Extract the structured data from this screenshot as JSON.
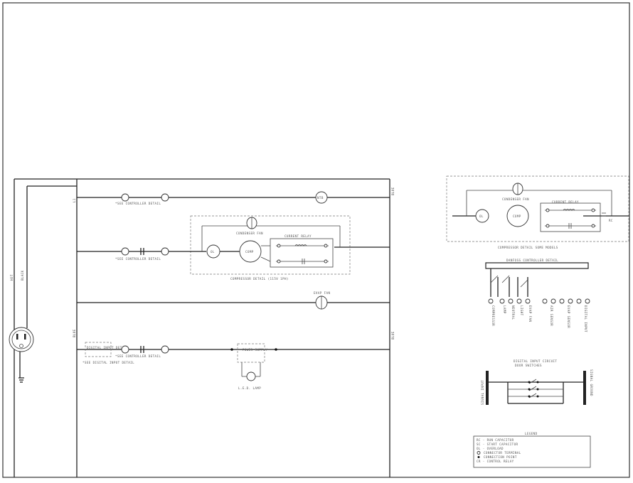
{
  "labels": {
    "l1": "L1",
    "hot": "HOT",
    "neutral_wire": "BLACK",
    "l1_top": "L1",
    "l2_top": "BLUE",
    "l2_mid": "BLUE",
    "l1_mid": "BLUE",
    "l1_right_mid": "BLUE",
    "controller_detail_1": "*SEE CONTROLLER DETAIL",
    "controller_detail_2": "*SEE CONTROLLER DETAIL",
    "controller_detail_3": "*SEE CONTROLLER DETAIL",
    "ntb": "NTB",
    "condenser_fan": "CONDENSER FAN",
    "current_relay": "CURRENT RELAY",
    "ol": "OL",
    "comp": "COMP",
    "compressor_detail_115": "COMPRESSOR DETAIL (115V 1PH)",
    "evap_fan": "EVAP FAN",
    "digital_input": "DIGITAL INPUT DETAIL",
    "digital_input_note": "*SEE DIGITAL INPUT DETAIL",
    "power_supply": "POWER SUPPLY",
    "led_lamp": "L.E.D. LAMP",
    "condenser_fan_r": "CONDENSER FAN",
    "current_relay_r": "CURRENT RELAY",
    "ol_r": "OL",
    "comp_r": "COMP",
    "rc": "RC",
    "compressor_detail_some": "COMPRESSOR DETAIL SOME MODELS",
    "controller_detail_title": "DANFOSS CONTROLLER DETAIL",
    "ctrl_compressor": "COMPRESSOR",
    "ctrl_lamp": "LAMP",
    "ctrl_neutral": "NEUTRAL",
    "ctrl_light": "LIGHT",
    "ctrl_evap_fan": "EVAP FAN",
    "ctrl_air_sensor": "AIR SENSOR",
    "ctrl_evap_sensor": "EVAP SENSOR",
    "ctrl_digital_input": "DIGITAL INPUT",
    "dic_title": "DIGITAL INPUT CIRCUIT",
    "dic_subtitle": "DOOR SWITCHES",
    "dic_left": "SIGNAL INPUT",
    "dic_right": "SIGNAL GROUND",
    "legend_title": "LEGEND",
    "legend_rc": "RC - RUN CAPACITOR",
    "legend_sc": "SC - START CAPACITOR",
    "legend_ol": "OL - OVERLOAD",
    "legend_ct": "CONNECTOR TERMINAL",
    "legend_cp": "CONNECTION POINT",
    "legend_cr": "CR - CONTROL RELAY"
  }
}
